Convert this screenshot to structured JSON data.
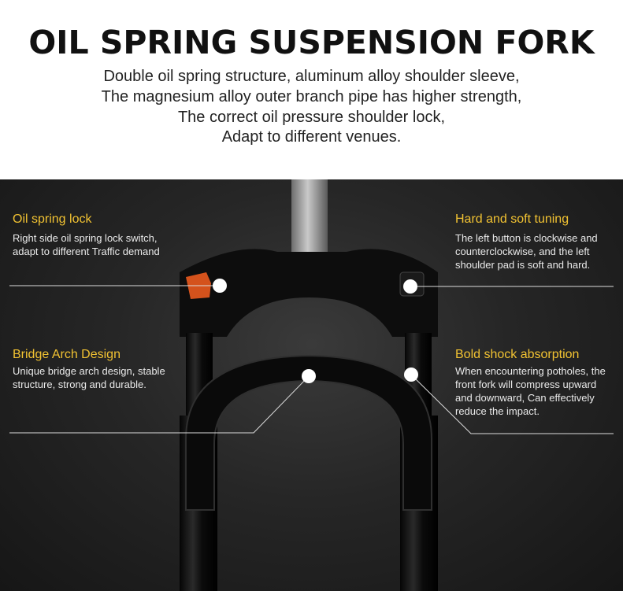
{
  "title": "OIL SPRING SUSPENSION FORK",
  "subtitle_lines": [
    "Double oil spring structure, aluminum alloy shoulder sleeve,",
    "The magnesium alloy outer branch pipe has higher strength,",
    "The correct oil pressure shoulder lock,",
    "Adapt to different venues."
  ],
  "features": {
    "oil_spring_lock": {
      "title": "Oil spring lock",
      "lines": [
        "Right side oil spring lock switch,",
        "adapt to different Traffic demand"
      ]
    },
    "hard_soft_tuning": {
      "title": "Hard and soft tuning",
      "lines": [
        "The left button is clockwise and",
        "counterclockwise, and the left",
        "shoulder pad is soft and hard."
      ]
    },
    "bridge_arch": {
      "title": "Bridge Arch Design",
      "lines": [
        "Unique bridge arch design, stable",
        "structure, strong and durable."
      ]
    },
    "bold_shock": {
      "title": "Bold shock absorption",
      "lines": [
        "When encountering potholes, the",
        "front fork will compress upward",
        "and downward, Can effectively",
        "reduce the impact."
      ]
    }
  },
  "colors": {
    "accent": "#f1c232",
    "background_dark": "#1e1e1e",
    "fork_body": "#0d0d0d",
    "lockout_knob": "#d4521c"
  }
}
